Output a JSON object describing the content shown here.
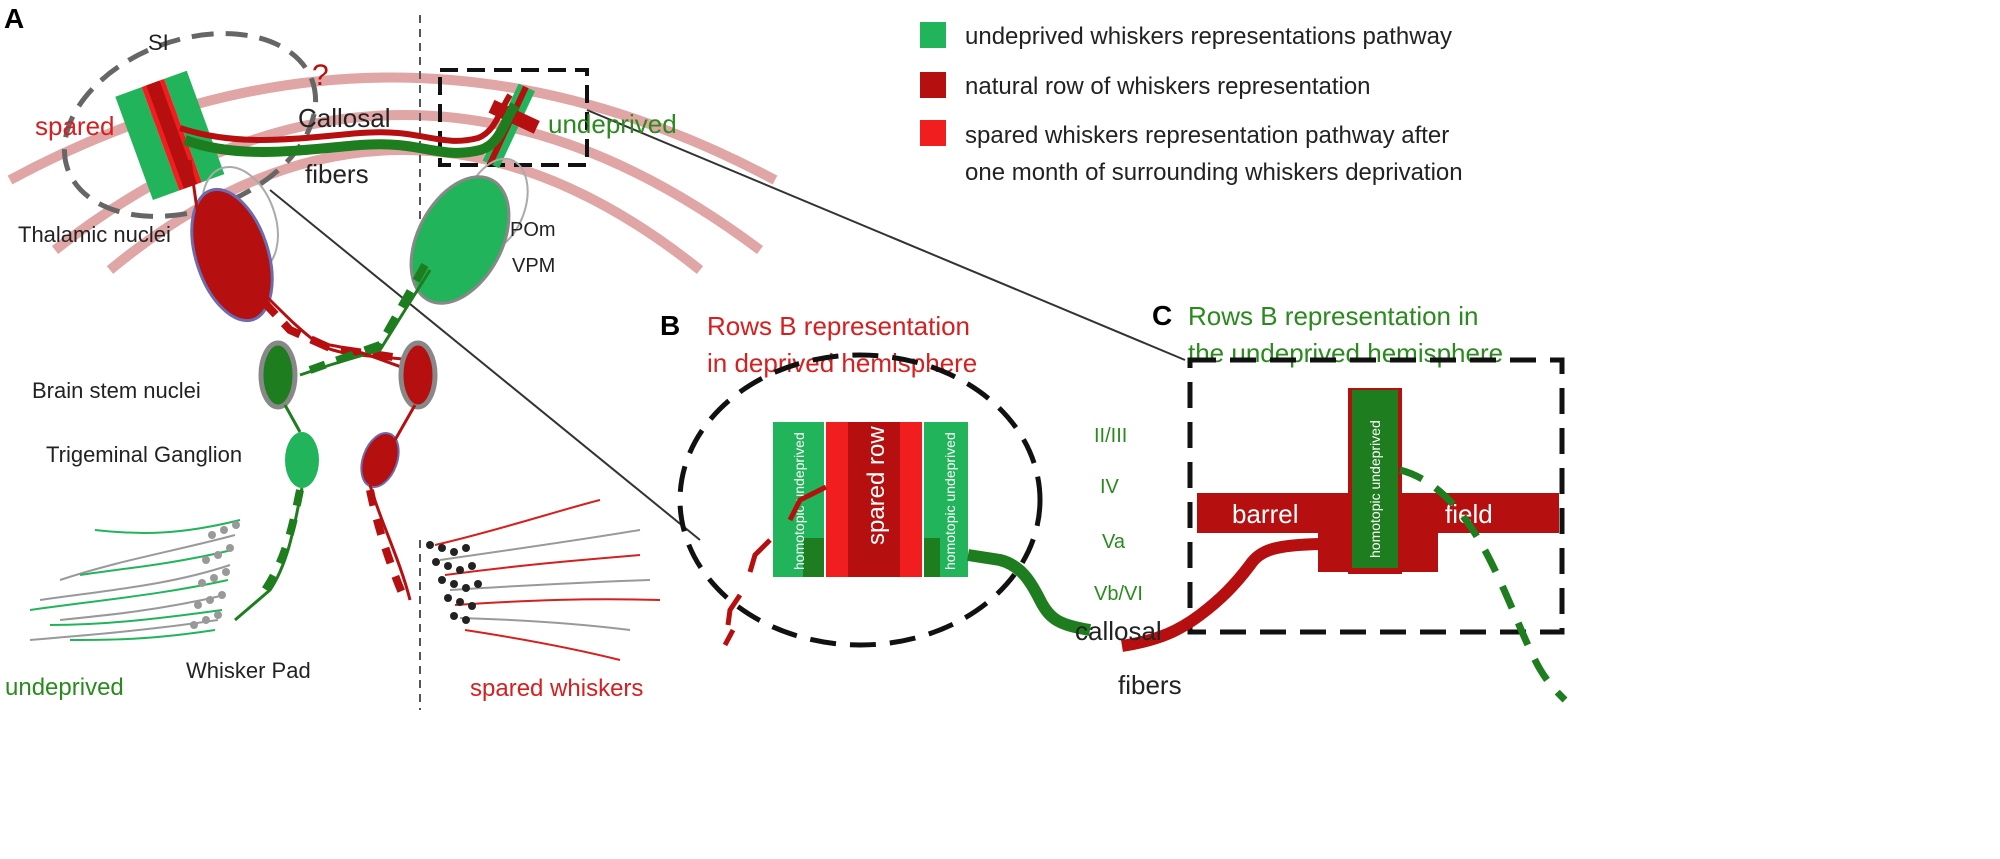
{
  "panels": {
    "a_letter": "A",
    "b_letter": "B",
    "c_letter": "C"
  },
  "legend": {
    "items": [
      {
        "lines": [
          "undeprived whiskers representations pathway"
        ],
        "color": "#22b45a"
      },
      {
        "lines": [
          "natural row of whiskers representation"
        ],
        "color": "#b50f0f"
      },
      {
        "lines": [
          "spared whiskers representation pathway after",
          "one month of surrounding whiskers deprivation"
        ],
        "color": "#f01e1e"
      }
    ]
  },
  "panel_a": {
    "si": "SI",
    "question": "?",
    "spared": "spared",
    "undeprived_top": "undeprived",
    "callosal": "Callosal",
    "fibers": "fibers",
    "thalamic": "Thalamic nuclei",
    "pom": "POm",
    "vpm": "VPM",
    "brainstem": "Brain stem nuclei",
    "trigeminal": "Trigeminal Ganglion",
    "whisker_pad": "Whisker Pad",
    "undeprived_bottom": "undeprived",
    "spared_whiskers": "spared whiskers"
  },
  "panel_b": {
    "title_lines": [
      "Rows B representation",
      "in deprived hemisphere"
    ],
    "col_label": "homotopic undeprived",
    "center_label": "spared  row",
    "layers": [
      "II/III",
      "IV",
      "Va",
      "Vb/VI"
    ]
  },
  "panel_c": {
    "title_lines": [
      "Rows B representation in",
      "the undeprived hemisphere"
    ],
    "barrel": "barrel",
    "field": "field",
    "col_label": "homotopic undeprived",
    "callosal": "callosal",
    "fibers": "fibers"
  },
  "colors": {
    "green": "#22b45a",
    "dark_green": "#1e7d1e",
    "dark_red": "#b50f0f",
    "red": "#f01e1e",
    "pink": "#e0a5a5",
    "label_red": "#d61f1f",
    "label_green": "#2a8a1e"
  }
}
